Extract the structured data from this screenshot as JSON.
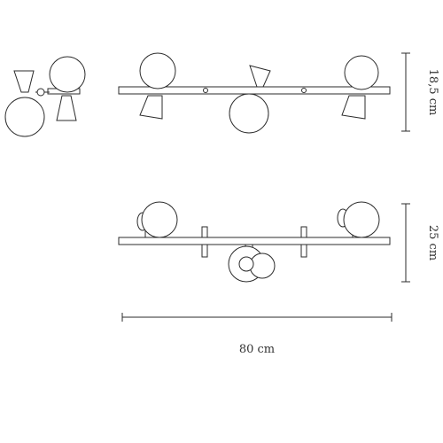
{
  "dimensions": {
    "height_top": "18,5 cm",
    "height_bottom": "25 cm",
    "width": "80 cm"
  },
  "colors": {
    "line": "#2b2b2b",
    "text": "#333333",
    "background": "#ffffff"
  }
}
